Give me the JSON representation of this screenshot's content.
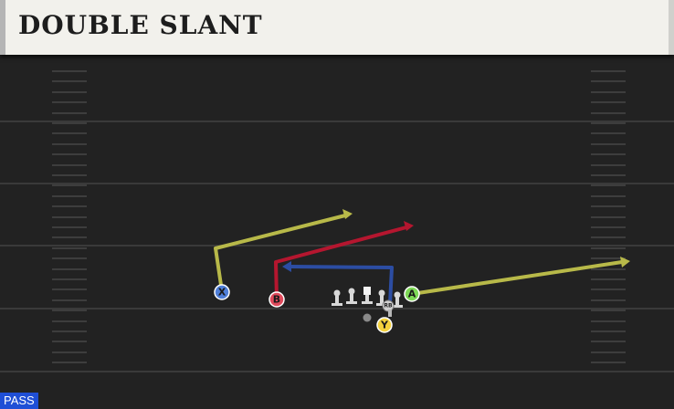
{
  "play": {
    "name": "DOUBLE SLANT",
    "type_badge": "PASS"
  },
  "players": [
    {
      "id": "X",
      "label": "X",
      "color": "#4f7fd9"
    },
    {
      "id": "B",
      "label": "B",
      "color": "#e04a5c"
    },
    {
      "id": "A",
      "label": "A",
      "color": "#7ed957"
    },
    {
      "id": "Y",
      "label": "Y",
      "color": "#f4d13d"
    },
    {
      "id": "RB",
      "label": "RB",
      "color": "#d0d0d0"
    }
  ],
  "colors": {
    "route_x": "#b8b949",
    "route_b": "#b5162f",
    "route_rb": "#2c4da3",
    "route_a": "#b8b949",
    "lineman": "#d8d8d8",
    "field": "#222222",
    "field_lines": "#3c3c3c"
  }
}
